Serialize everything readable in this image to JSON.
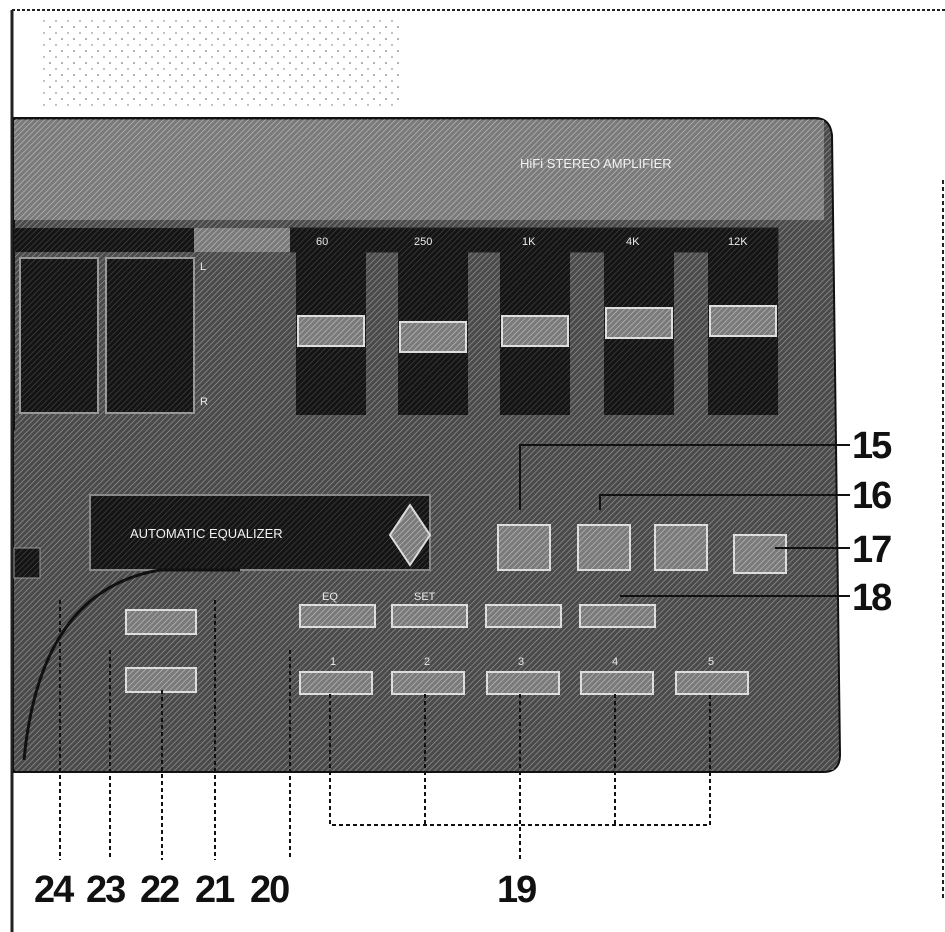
{
  "figure": {
    "panel_title": "HiFi STEREO AMPLIFIER",
    "left_display_labels": [
      "L",
      "R"
    ],
    "equalizer_bands": [
      "60",
      "250",
      "1K",
      "4K",
      "12K"
    ],
    "panel_text": "AUTOMATIC EQUALIZER",
    "upper_button_labels": [
      "EQ",
      "SET",
      "",
      ""
    ],
    "preset_numbers": [
      "1",
      "2",
      "3",
      "4",
      "5"
    ]
  },
  "callouts": {
    "right": [
      "15",
      "16",
      "17",
      "18"
    ],
    "bottom": [
      "24",
      "23",
      "22",
      "21",
      "20",
      "19"
    ]
  },
  "colors": {
    "panel": "#3d3d3d",
    "panel_light": "#6a6a6a",
    "slot": "#151515",
    "lines": "#111111"
  }
}
